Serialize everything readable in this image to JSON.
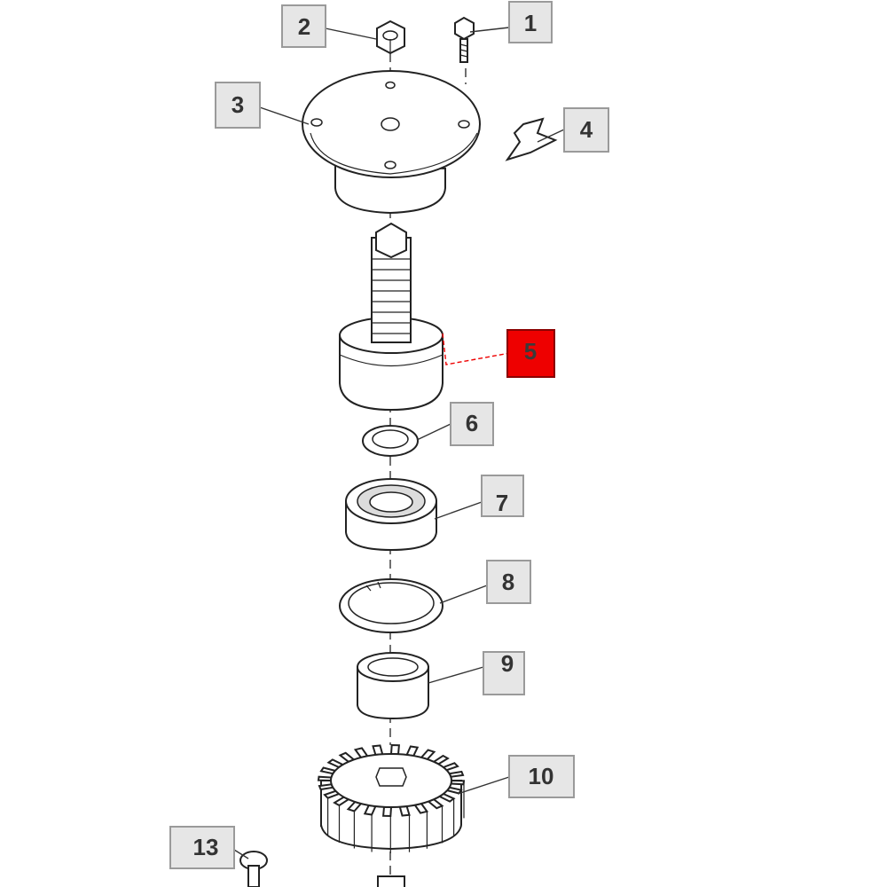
{
  "diagram": {
    "callouts": [
      {
        "id": "1",
        "label": "1",
        "highlighted": false
      },
      {
        "id": "2",
        "label": "2",
        "highlighted": false
      },
      {
        "id": "3",
        "label": "3",
        "highlighted": false
      },
      {
        "id": "4",
        "label": "4",
        "highlighted": false
      },
      {
        "id": "5",
        "label": "5",
        "highlighted": true
      },
      {
        "id": "6",
        "label": "6",
        "highlighted": false
      },
      {
        "id": "7",
        "label": "7",
        "highlighted": false
      },
      {
        "id": "8",
        "label": "8",
        "highlighted": false
      },
      {
        "id": "9",
        "label": "9",
        "highlighted": false
      },
      {
        "id": "10",
        "label": "10",
        "highlighted": false
      },
      {
        "id": "13",
        "label": "13",
        "highlighted": false
      }
    ],
    "colors": {
      "highlight": "#ee0000",
      "label_fill": "#e6e6e6",
      "label_border": "#9a9a9a",
      "line": "#222222"
    }
  }
}
